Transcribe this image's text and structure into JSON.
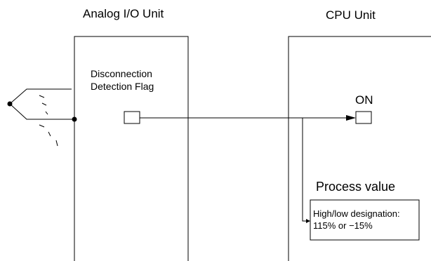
{
  "analog_unit": {
    "title": "Analog I/O Unit",
    "flag_label_line1": "Disconnection",
    "flag_label_line2": "Detection Flag"
  },
  "cpu_unit": {
    "title": "CPU Unit",
    "on_label": "ON",
    "process_value_label": "Process value",
    "designation_line1": "High/low designation:",
    "designation_line2": "115% or −15%"
  },
  "colors": {
    "line": "#000000",
    "background": "#ffffff"
  }
}
